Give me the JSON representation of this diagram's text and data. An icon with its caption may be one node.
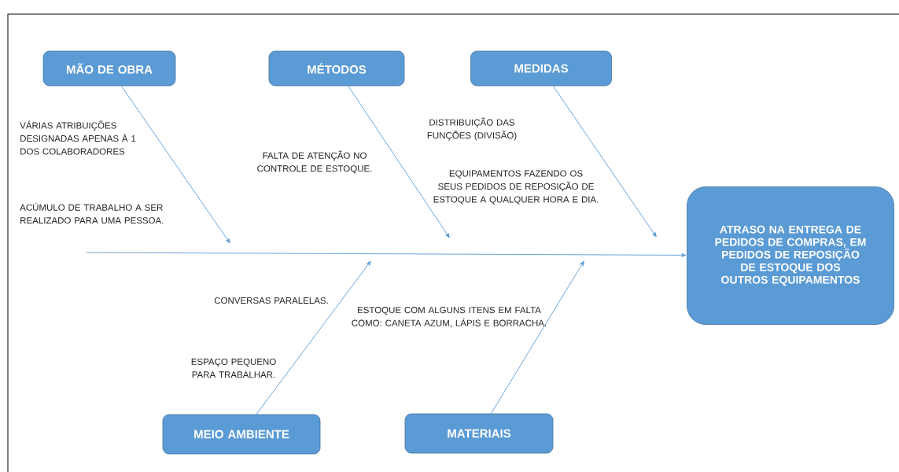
{
  "diagram": {
    "nodes": [
      {
        "text": [
          "MÃO DE OBRA"
        ]
      },
      {
        "text": [
          "MÉTODOS"
        ]
      },
      {
        "text": [
          "MEDIDAS"
        ]
      },
      {
        "text": [
          "ATRASO NA ENTREGA DE PEDIDOS DE COMPRAS, EM PEDIDOS DE REPOSIÇÃO DE ESTOQUE DOS OUTROS EQUIPAMENTOS"
        ]
      },
      {
        "text": [
          "MEIO AMBIENTE"
        ]
      },
      {
        "text": [
          "MATERIAIS"
        ]
      }
    ],
    "edges": [
      {
        "from": 0,
        "to": null,
        "arrow": "to"
      },
      {
        "from": 1,
        "to": null,
        "arrow": "to"
      },
      {
        "from": 2,
        "to": null,
        "arrow": "to"
      },
      {
        "from": null,
        "to": 3,
        "arrow": "to"
      },
      {
        "from": 4,
        "to": null,
        "arrow": "to"
      },
      {
        "from": 5,
        "to": null,
        "arrow": "to"
      }
    ],
    "labels": [
      "VÁRIAS ATRIBUIÇÕES DESIGNADAS APENAS À 1 DOS COLABORADORES",
      "DISTRIBUIÇÃO DAS FUNÇÕES (DIVISÃO)",
      "FALTA DE ATENÇÃO NO CONTROLE DE ESTOQUE.",
      "EQUIPAMENTOS FAZENDO OS SEUS PEDIDOS DE REPOSIÇÃO DE ESTOQUE A QUALQUER HORA E DIA.",
      "ACÚMULO DE TRABALHO A SER REALIZADO PARA UMA PESSOA.",
      "CONVERSAS PARALELAS.",
      "ESTOQUE COM ALGUNS ITENS EM FALTA COMO: CANETA AZUM, LÁPIS E BORRACHA.",
      "ESPAÇO PEQUENO PARA TRABALHAR."
    ]
  }
}
